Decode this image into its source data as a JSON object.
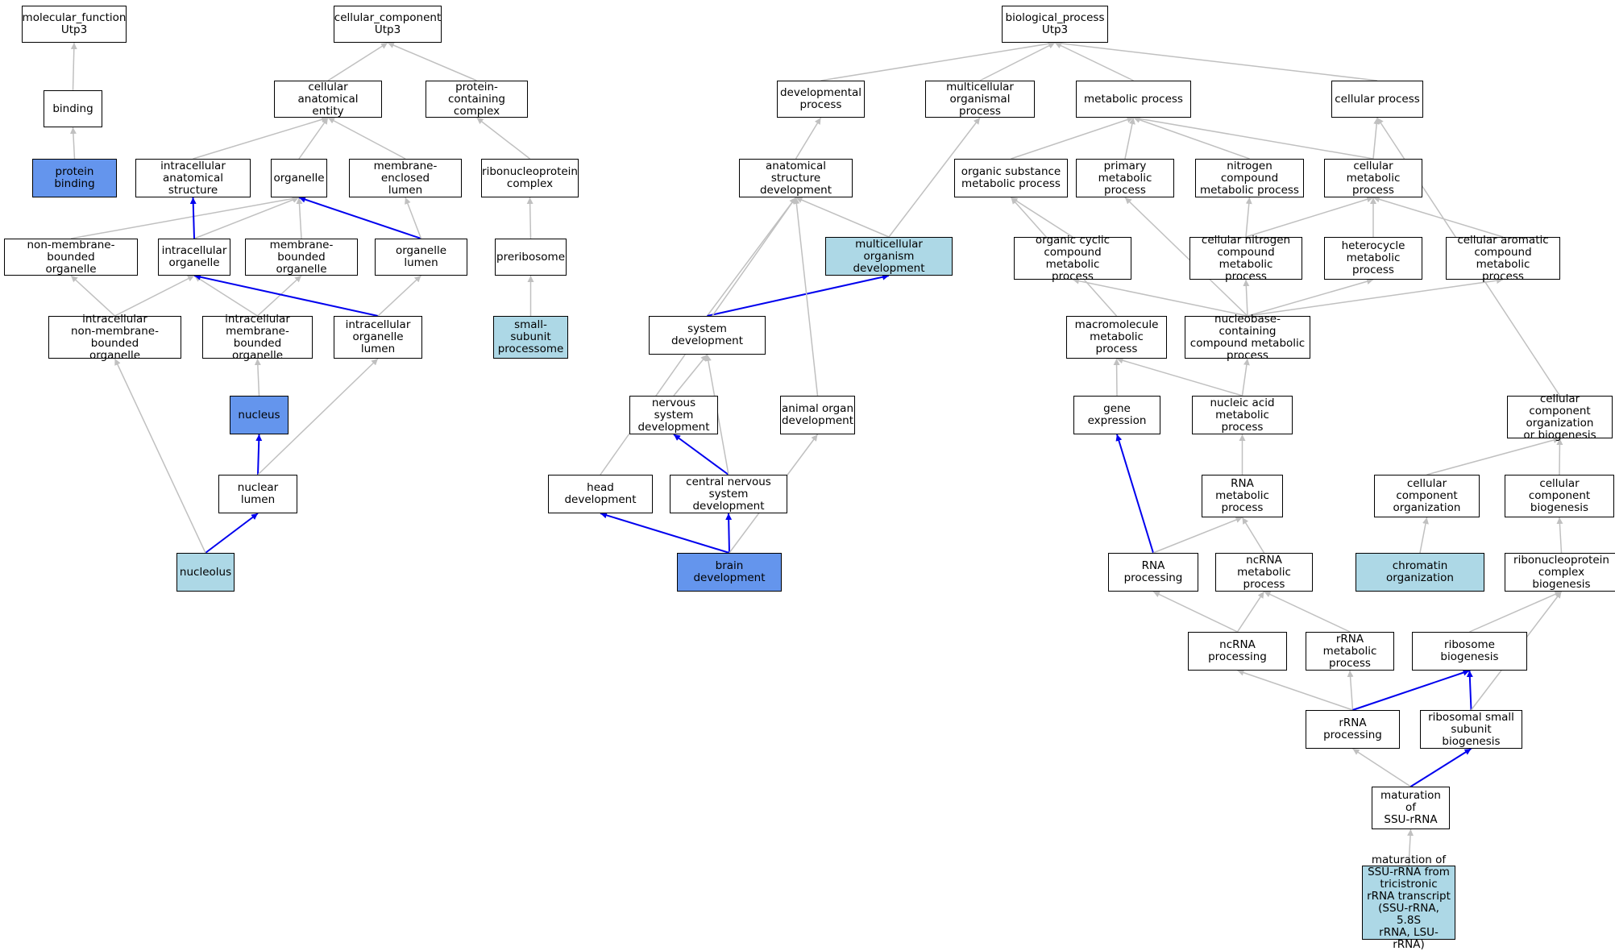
{
  "colors": {
    "edge_gray": "#c0c0c0",
    "edge_blue": "#0000ee",
    "fill_light_blue": "#add8e6",
    "fill_cornflower": "#6495ed",
    "fill_default": "#ffffff"
  },
  "nodes": [
    {
      "id": "mf",
      "label": "molecular_function\nUtp3",
      "fill": "default"
    },
    {
      "id": "binding",
      "label": "binding",
      "fill": "default"
    },
    {
      "id": "protein_binding",
      "label": "protein binding",
      "fill": "cornflower"
    },
    {
      "id": "cc",
      "label": "cellular_component\nUtp3",
      "fill": "default"
    },
    {
      "id": "cae",
      "label": "cellular anatomical\nentity",
      "fill": "default"
    },
    {
      "id": "pcc",
      "label": "protein-containing\ncomplex",
      "fill": "default"
    },
    {
      "id": "ias",
      "label": "intracellular\nanatomical structure",
      "fill": "default"
    },
    {
      "id": "organelle",
      "label": "organelle",
      "fill": "default"
    },
    {
      "id": "mel",
      "label": "membrane-enclosed\nlumen",
      "fill": "default"
    },
    {
      "id": "rnp",
      "label": "ribonucleoprotein\ncomplex",
      "fill": "default"
    },
    {
      "id": "nmbo",
      "label": "non-membrane-bounded\norganelle",
      "fill": "default"
    },
    {
      "id": "io",
      "label": "intracellular\norganelle",
      "fill": "default"
    },
    {
      "id": "mbo",
      "label": "membrane-bounded\norganelle",
      "fill": "default"
    },
    {
      "id": "ol",
      "label": "organelle lumen",
      "fill": "default"
    },
    {
      "id": "preribosome",
      "label": "preribosome",
      "fill": "default"
    },
    {
      "id": "inmbo",
      "label": "intracellular\nnon-membrane-bounded\norganelle",
      "fill": "default"
    },
    {
      "id": "imbo",
      "label": "intracellular\nmembrane-bounded\norganelle",
      "fill": "default"
    },
    {
      "id": "iol",
      "label": "intracellular\norganelle lumen",
      "fill": "default"
    },
    {
      "id": "ssup",
      "label": "small-subunit\nprocessome",
      "fill": "light"
    },
    {
      "id": "nucleus",
      "label": "nucleus",
      "fill": "cornflower"
    },
    {
      "id": "nl",
      "label": "nuclear lumen",
      "fill": "default"
    },
    {
      "id": "nucleolus",
      "label": "nucleolus",
      "fill": "light"
    },
    {
      "id": "bp",
      "label": "biological_process\nUtp3",
      "fill": "default"
    },
    {
      "id": "devp",
      "label": "developmental\nprocess",
      "fill": "default"
    },
    {
      "id": "mop",
      "label": "multicellular\norganismal process",
      "fill": "default"
    },
    {
      "id": "metp",
      "label": "metabolic process",
      "fill": "default"
    },
    {
      "id": "cp",
      "label": "cellular process",
      "fill": "default"
    },
    {
      "id": "asd",
      "label": "anatomical structure\ndevelopment",
      "fill": "default"
    },
    {
      "id": "osmp",
      "label": "organic substance\nmetabolic process",
      "fill": "default"
    },
    {
      "id": "pmp",
      "label": "primary metabolic\nprocess",
      "fill": "default"
    },
    {
      "id": "ncmp",
      "label": "nitrogen compound\nmetabolic process",
      "fill": "default"
    },
    {
      "id": "cmp",
      "label": "cellular metabolic\nprocess",
      "fill": "default"
    },
    {
      "id": "mod",
      "label": "multicellular\norganism development",
      "fill": "light"
    },
    {
      "id": "occmp",
      "label": "organic cyclic\ncompound metabolic\nprocess",
      "fill": "default"
    },
    {
      "id": "cncmp",
      "label": "cellular nitrogen\ncompound metabolic\nprocess",
      "fill": "default"
    },
    {
      "id": "hmp",
      "label": "heterocycle\nmetabolic process",
      "fill": "default"
    },
    {
      "id": "cacmp",
      "label": "cellular aromatic\ncompound metabolic\nprocess",
      "fill": "default"
    },
    {
      "id": "sd",
      "label": "system development",
      "fill": "default"
    },
    {
      "id": "mmp",
      "label": "macromolecule\nmetabolic process",
      "fill": "default"
    },
    {
      "id": "nbcmp",
      "label": "nucleobase-containing\ncompound metabolic\nprocess",
      "fill": "default"
    },
    {
      "id": "nsd",
      "label": "nervous system\ndevelopment",
      "fill": "default"
    },
    {
      "id": "aod",
      "label": "animal organ\ndevelopment",
      "fill": "default"
    },
    {
      "id": "ge",
      "label": "gene expression",
      "fill": "default"
    },
    {
      "id": "namp",
      "label": "nucleic acid\nmetabolic process",
      "fill": "default"
    },
    {
      "id": "ccob",
      "label": "cellular component\norganization\nor biogenesis",
      "fill": "default"
    },
    {
      "id": "hd",
      "label": "head development",
      "fill": "default"
    },
    {
      "id": "cnsd",
      "label": "central nervous\nsystem development",
      "fill": "default"
    },
    {
      "id": "rnamp",
      "label": "RNA metabolic\nprocess",
      "fill": "default"
    },
    {
      "id": "cco",
      "label": "cellular component\norganization",
      "fill": "default"
    },
    {
      "id": "ccb",
      "label": "cellular component\nbiogenesis",
      "fill": "default"
    },
    {
      "id": "bd",
      "label": "brain development",
      "fill": "cornflower"
    },
    {
      "id": "rnap",
      "label": "RNA processing",
      "fill": "default"
    },
    {
      "id": "ncrnamp",
      "label": "ncRNA metabolic\nprocess",
      "fill": "default"
    },
    {
      "id": "co",
      "label": "chromatin organization",
      "fill": "light"
    },
    {
      "id": "rnpcb",
      "label": "ribonucleoprotein\ncomplex biogenesis",
      "fill": "default"
    },
    {
      "id": "ncrnap",
      "label": "ncRNA processing",
      "fill": "default"
    },
    {
      "id": "rrnamp",
      "label": "rRNA metabolic\nprocess",
      "fill": "default"
    },
    {
      "id": "rb",
      "label": "ribosome biogenesis",
      "fill": "default"
    },
    {
      "id": "rrnap",
      "label": "rRNA processing",
      "fill": "default"
    },
    {
      "id": "rssb",
      "label": "ribosomal small\nsubunit biogenesis",
      "fill": "default"
    },
    {
      "id": "mssu",
      "label": "maturation of\nSSU-rRNA",
      "fill": "default"
    },
    {
      "id": "mssut",
      "label": "maturation of\nSSU-rRNA from\ntricistronic\nrRNA transcript\n(SSU-rRNA, 5.8S\nrRNA, LSU-rRNA)",
      "fill": "light"
    }
  ],
  "edges": [
    {
      "from": "binding",
      "to": "mf",
      "color": "gray"
    },
    {
      "from": "protein_binding",
      "to": "binding",
      "color": "gray"
    },
    {
      "from": "cae",
      "to": "cc",
      "color": "gray"
    },
    {
      "from": "pcc",
      "to": "cc",
      "color": "gray"
    },
    {
      "from": "ias",
      "to": "cae",
      "color": "gray"
    },
    {
      "from": "organelle",
      "to": "cae",
      "color": "gray"
    },
    {
      "from": "mel",
      "to": "cae",
      "color": "gray"
    },
    {
      "from": "rnp",
      "to": "pcc",
      "color": "gray"
    },
    {
      "from": "nmbo",
      "to": "organelle",
      "color": "gray"
    },
    {
      "from": "io",
      "to": "organelle",
      "color": "gray"
    },
    {
      "from": "io",
      "to": "ias",
      "color": "blue"
    },
    {
      "from": "mbo",
      "to": "organelle",
      "color": "gray"
    },
    {
      "from": "ol",
      "to": "organelle",
      "color": "blue"
    },
    {
      "from": "ol",
      "to": "mel",
      "color": "gray"
    },
    {
      "from": "preribosome",
      "to": "rnp",
      "color": "gray"
    },
    {
      "from": "inmbo",
      "to": "nmbo",
      "color": "gray"
    },
    {
      "from": "inmbo",
      "to": "io",
      "color": "gray"
    },
    {
      "from": "imbo",
      "to": "io",
      "color": "gray"
    },
    {
      "from": "imbo",
      "to": "mbo",
      "color": "gray"
    },
    {
      "from": "iol",
      "to": "io",
      "color": "blue"
    },
    {
      "from": "iol",
      "to": "ol",
      "color": "gray"
    },
    {
      "from": "ssup",
      "to": "preribosome",
      "color": "gray"
    },
    {
      "from": "nucleus",
      "to": "imbo",
      "color": "gray"
    },
    {
      "from": "nl",
      "to": "nucleus",
      "color": "blue"
    },
    {
      "from": "nl",
      "to": "iol",
      "color": "gray"
    },
    {
      "from": "nucleolus",
      "to": "nl",
      "color": "blue"
    },
    {
      "from": "nucleolus",
      "to": "inmbo",
      "color": "gray"
    },
    {
      "from": "devp",
      "to": "bp",
      "color": "gray"
    },
    {
      "from": "mop",
      "to": "bp",
      "color": "gray"
    },
    {
      "from": "metp",
      "to": "bp",
      "color": "gray"
    },
    {
      "from": "cp",
      "to": "bp",
      "color": "gray"
    },
    {
      "from": "asd",
      "to": "devp",
      "color": "gray"
    },
    {
      "from": "osmp",
      "to": "metp",
      "color": "gray"
    },
    {
      "from": "pmp",
      "to": "metp",
      "color": "gray"
    },
    {
      "from": "ncmp",
      "to": "metp",
      "color": "gray"
    },
    {
      "from": "cmp",
      "to": "metp",
      "color": "gray"
    },
    {
      "from": "cmp",
      "to": "cp",
      "color": "gray"
    },
    {
      "from": "mod",
      "to": "asd",
      "color": "gray"
    },
    {
      "from": "mod",
      "to": "mop",
      "color": "gray"
    },
    {
      "from": "occmp",
      "to": "osmp",
      "color": "gray"
    },
    {
      "from": "cncmp",
      "to": "ncmp",
      "color": "gray"
    },
    {
      "from": "cncmp",
      "to": "cmp",
      "color": "gray"
    },
    {
      "from": "hmp",
      "to": "cmp",
      "color": "gray"
    },
    {
      "from": "cacmp",
      "to": "cmp",
      "color": "gray"
    },
    {
      "from": "sd",
      "to": "asd",
      "color": "gray"
    },
    {
      "from": "sd",
      "to": "mod",
      "color": "blue"
    },
    {
      "from": "mmp",
      "to": "osmp",
      "color": "gray"
    },
    {
      "from": "nbcmp",
      "to": "occmp",
      "color": "gray"
    },
    {
      "from": "nbcmp",
      "to": "cncmp",
      "color": "gray"
    },
    {
      "from": "nbcmp",
      "to": "hmp",
      "color": "gray"
    },
    {
      "from": "nbcmp",
      "to": "cacmp",
      "color": "gray"
    },
    {
      "from": "nbcmp",
      "to": "pmp",
      "color": "gray"
    },
    {
      "from": "nsd",
      "to": "sd",
      "color": "gray"
    },
    {
      "from": "aod",
      "to": "asd",
      "color": "gray"
    },
    {
      "from": "ge",
      "to": "mmp",
      "color": "gray"
    },
    {
      "from": "namp",
      "to": "mmp",
      "color": "gray"
    },
    {
      "from": "namp",
      "to": "nbcmp",
      "color": "gray"
    },
    {
      "from": "ccob",
      "to": "cp",
      "color": "gray"
    },
    {
      "from": "hd",
      "to": "asd",
      "color": "gray"
    },
    {
      "from": "cnsd",
      "to": "nsd",
      "color": "blue"
    },
    {
      "from": "cnsd",
      "to": "sd",
      "color": "gray"
    },
    {
      "from": "rnamp",
      "to": "namp",
      "color": "gray"
    },
    {
      "from": "cco",
      "to": "ccob",
      "color": "gray"
    },
    {
      "from": "ccb",
      "to": "ccob",
      "color": "gray"
    },
    {
      "from": "bd",
      "to": "hd",
      "color": "blue"
    },
    {
      "from": "bd",
      "to": "cnsd",
      "color": "blue"
    },
    {
      "from": "bd",
      "to": "aod",
      "color": "gray"
    },
    {
      "from": "rnap",
      "to": "ge",
      "color": "blue"
    },
    {
      "from": "rnap",
      "to": "rnamp",
      "color": "gray"
    },
    {
      "from": "ncrnamp",
      "to": "rnamp",
      "color": "gray"
    },
    {
      "from": "co",
      "to": "cco",
      "color": "gray"
    },
    {
      "from": "rnpcb",
      "to": "ccb",
      "color": "gray"
    },
    {
      "from": "ncrnap",
      "to": "rnap",
      "color": "gray"
    },
    {
      "from": "ncrnap",
      "to": "ncrnamp",
      "color": "gray"
    },
    {
      "from": "rrnamp",
      "to": "ncrnamp",
      "color": "gray"
    },
    {
      "from": "rb",
      "to": "rnpcb",
      "color": "gray"
    },
    {
      "from": "rrnap",
      "to": "ncrnap",
      "color": "gray"
    },
    {
      "from": "rrnap",
      "to": "rrnamp",
      "color": "gray"
    },
    {
      "from": "rrnap",
      "to": "rb",
      "color": "blue"
    },
    {
      "from": "rssb",
      "to": "rb",
      "color": "blue"
    },
    {
      "from": "rssb",
      "to": "rnpcb",
      "color": "gray"
    },
    {
      "from": "mssu",
      "to": "rrnap",
      "color": "gray"
    },
    {
      "from": "mssu",
      "to": "rssb",
      "color": "blue"
    },
    {
      "from": "mssut",
      "to": "mssu",
      "color": "gray"
    }
  ]
}
